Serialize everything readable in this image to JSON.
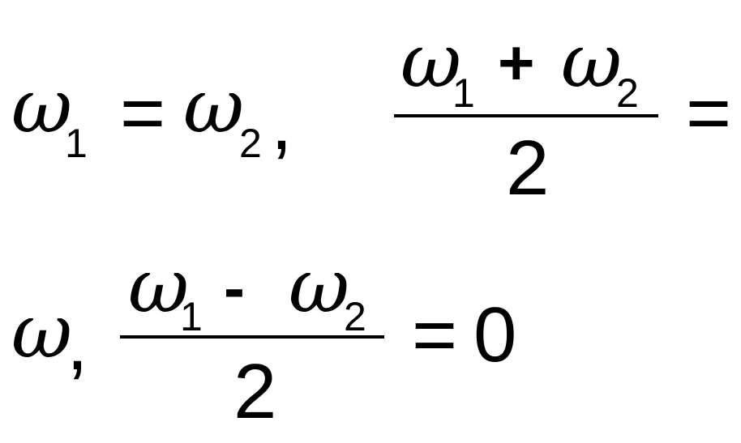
{
  "line1": {
    "lhs": {
      "omega_a": "ω",
      "sub_a": "1",
      "equals": "=",
      "omega_b": "ω",
      "sub_b": "2",
      "comma": ","
    },
    "fraction": {
      "omega_a": "ω",
      "sub_a": "1",
      "operator": "+",
      "omega_b": "ω",
      "sub_b": "2",
      "denominator": "2"
    },
    "trailing_equals": "="
  },
  "line2": {
    "omega": "ω",
    "comma": ",",
    "fraction": {
      "omega_a": "ω",
      "sub_a": "1",
      "operator": "-",
      "omega_b": "ω",
      "sub_b": "2",
      "denominator": "2"
    },
    "equals": "=",
    "result": "0"
  }
}
